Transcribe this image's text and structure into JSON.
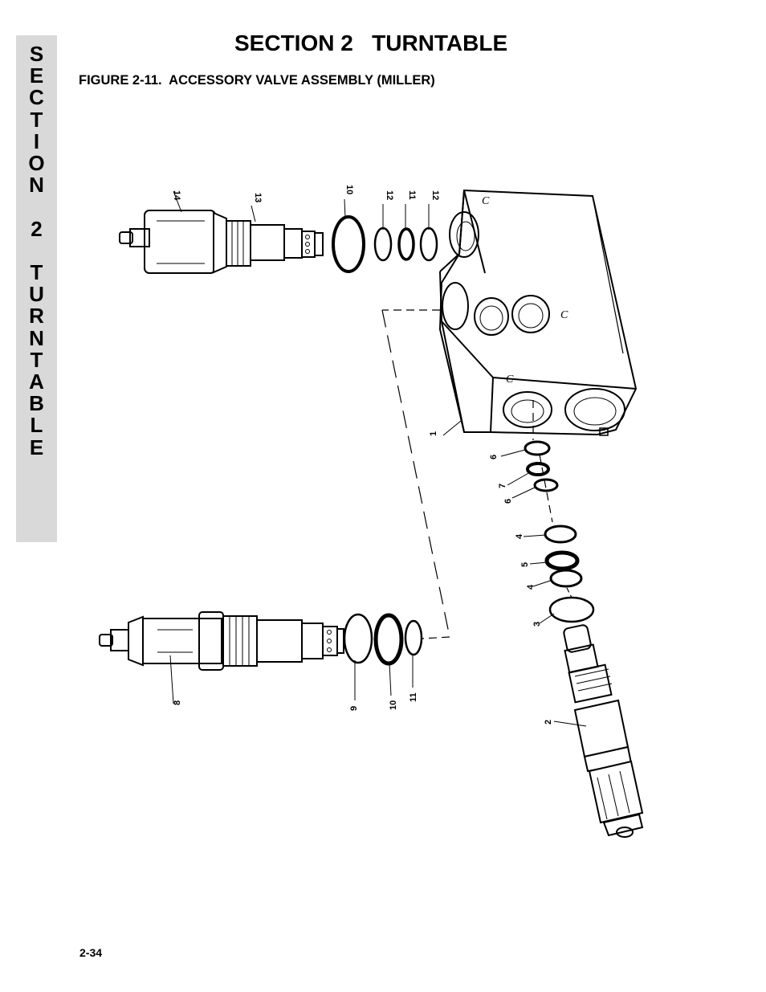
{
  "side_tab": {
    "letters": [
      "S",
      "E",
      "C",
      "T",
      "I",
      "O",
      "N",
      " ",
      "2",
      " ",
      "T",
      "U",
      "R",
      "N",
      "T",
      "A",
      "B",
      "L",
      "E"
    ]
  },
  "header": {
    "title": "SECTION 2   TURNTABLE",
    "figure_caption": "FIGURE 2-11.  ACCESSORY VALVE ASSEMBLY (MILLER)"
  },
  "callouts": {
    "c14": "14",
    "c13": "13",
    "c10a": "10",
    "c12a": "12",
    "c11a": "11",
    "c12b": "12",
    "c1": "1",
    "c6a": "6",
    "c7": "7",
    "c6b": "6",
    "c4a": "4",
    "c5": "5",
    "c4b": "4",
    "c3": "3",
    "c2": "2",
    "c8": "8",
    "c9": "9",
    "c10b": "10",
    "c11b": "11"
  },
  "footer": {
    "page_number": "2-34"
  }
}
